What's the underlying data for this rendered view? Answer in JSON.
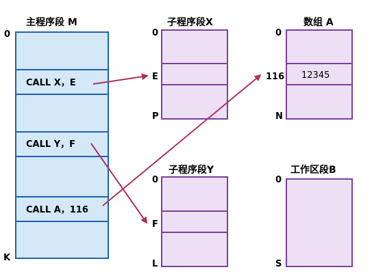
{
  "colors": {
    "main_fill": "#d5e8f7",
    "main_stroke": "#1f5fb3",
    "seg_fill": "#eddff4",
    "seg_stroke": "#7b3f9e",
    "arrow": "#b03060"
  },
  "main": {
    "title": "主程序段 M",
    "start": "0",
    "end": "K",
    "calls": [
      "CALL  X，E",
      "CALL  Y，F",
      "CALL  A，116"
    ]
  },
  "seg_x": {
    "title": "子程序段X",
    "start": "0",
    "entry": "E",
    "end": "P"
  },
  "seg_y": {
    "title": "子程序段Y",
    "start": "0",
    "entry": "F",
    "end": "L"
  },
  "array_a": {
    "title": "数组 A",
    "start": "0",
    "entry": "116",
    "value": "12345",
    "end": "N"
  },
  "work": {
    "title": "工作区段B",
    "start": "0",
    "end": "S"
  }
}
